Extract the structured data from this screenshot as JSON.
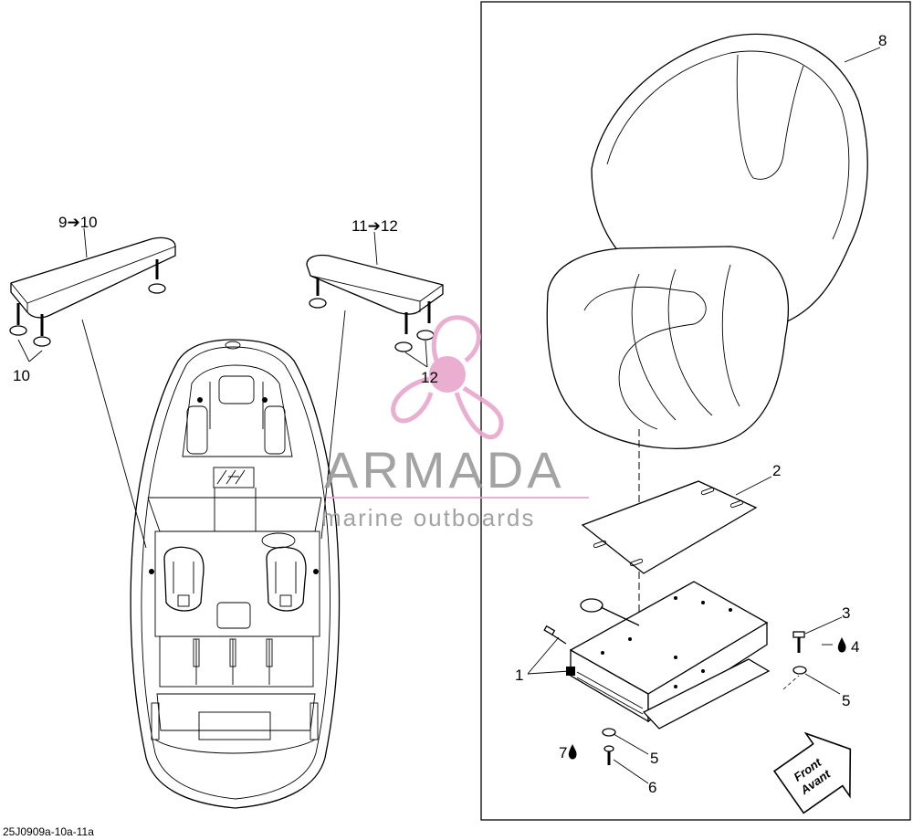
{
  "diagram_code": "25J0909a-10a-11a",
  "watermark": {
    "brand": "ARMADA",
    "tagline": "marine outboards",
    "color": "#e8a7cc"
  },
  "arrow_symbol": "➔",
  "callouts": {
    "armrest_left": "9",
    "armrest_left_to": "10",
    "armrest_left_hw": "10",
    "armrest_right": "11",
    "armrest_right_to": "12",
    "armrest_right_hw": "12",
    "seat": "8",
    "plate": "2",
    "base": "1",
    "bolt": "3",
    "adhesive": "4",
    "washer_upper": "5",
    "washer_lower": "5",
    "screw": "6",
    "adhesive_lower": "7"
  },
  "front_badge": {
    "line1": "Front",
    "line2": "Avant"
  },
  "icons": [
    "drop-icon",
    "arrow-right-icon",
    "front-arrow-icon"
  ]
}
